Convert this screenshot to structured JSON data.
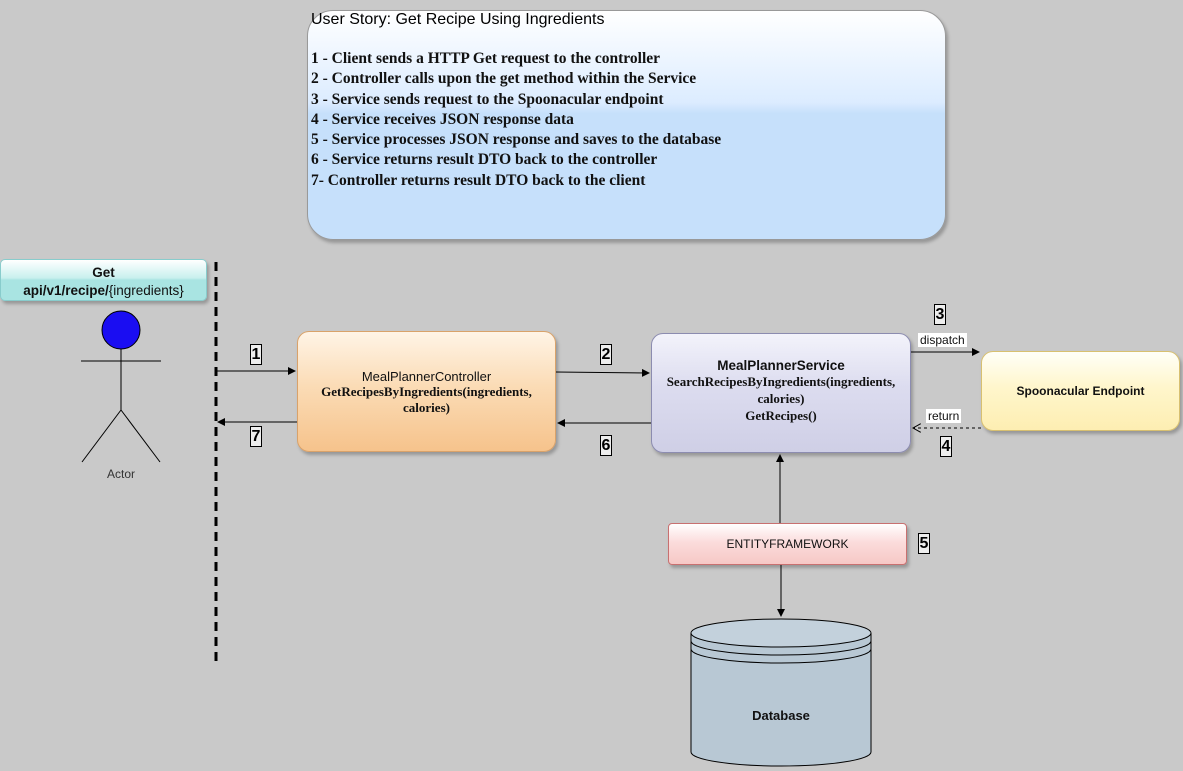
{
  "user_story": {
    "title": "User Story: Get Recipe Using Ingredients",
    "steps": [
      "1 - Client sends a HTTP Get request to the controller",
      "2 - Controller calls upon the get method within the Service",
      "3 - Service sends request to the Spoonacular endpoint",
      "4 - Service receives JSON response data",
      "5 - Service processes JSON response and saves to the database",
      "6 - Service returns result DTO back to the controller",
      "7- Controller returns result DTO back to the client"
    ]
  },
  "endpoint": {
    "method": "Get",
    "path": "api/v1/recipe/",
    "param": "{ingredients}"
  },
  "actor": {
    "label": "Actor",
    "head_color": "#1a0df2"
  },
  "controller": {
    "title": "MealPlannerController",
    "method_line1": "GetRecipesByIngredients(ingredients,",
    "method_line2": "calories)"
  },
  "service": {
    "title": "MealPlannerService",
    "method_line1": "SearchRecipesByIngredients(ingredients,",
    "method_line2": "calories)",
    "method_line3": "GetRecipes()"
  },
  "spoonacular": {
    "label": "Spoonacular Endpoint"
  },
  "entity_framework": {
    "label": "ENTITYFRAMEWORK"
  },
  "database": {
    "label": "Database"
  },
  "edges": {
    "n1": "1",
    "n2": "2",
    "n3": "3",
    "n4": "4",
    "n5": "5",
    "n6": "6",
    "n7": "7",
    "dispatch": "dispatch",
    "return": "return"
  }
}
